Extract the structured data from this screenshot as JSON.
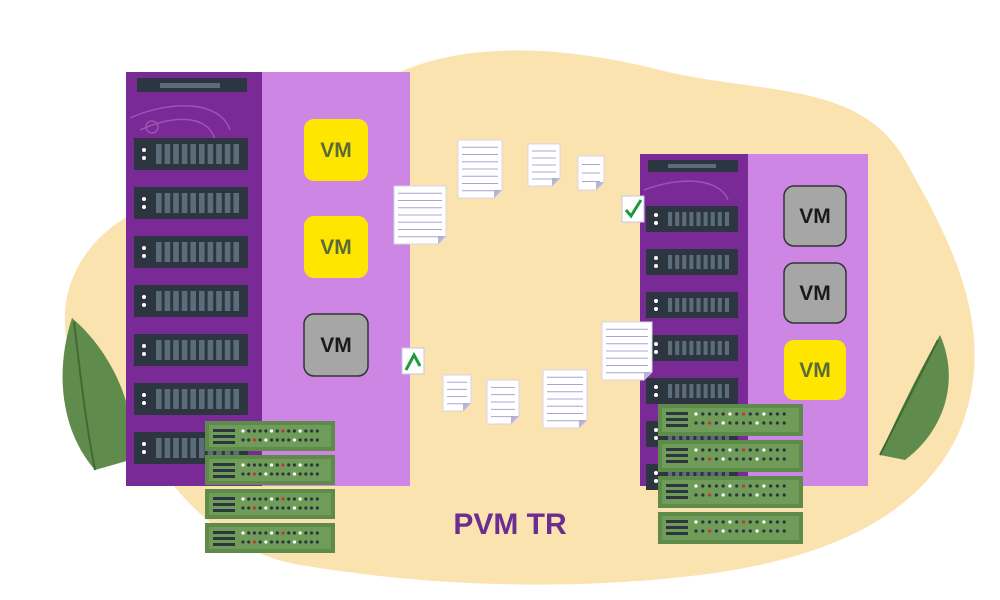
{
  "title": "PVM TR",
  "colors": {
    "background": "#ffffff",
    "blob": "#fbe3af",
    "rack_dark": "#7a2a96",
    "rack_light": "#cd86e4",
    "slot": "#2d3540",
    "slot_bar": "#5a6d78",
    "server_green": "#5e8a4a",
    "server_green_light": "#6f9c58",
    "leaf": "#5f8c4c",
    "vm_active": "#ffe600",
    "vm_inactive": "#a6a6a6",
    "vm_text_active": "#5a6a3a",
    "vm_text_inactive": "#1a1a1a",
    "caption": "#6b2d90",
    "doc_line": "#a9a4d8",
    "check": "#1f9a3a"
  },
  "left_host": {
    "vms": [
      {
        "label": "VM",
        "state": "active"
      },
      {
        "label": "VM",
        "state": "active"
      },
      {
        "label": "VM",
        "state": "inactive"
      }
    ]
  },
  "right_host": {
    "vms": [
      {
        "label": "VM",
        "state": "inactive"
      },
      {
        "label": "VM",
        "state": "inactive"
      },
      {
        "label": "VM",
        "state": "active"
      }
    ]
  },
  "icons": [
    "document-icon",
    "check-icon",
    "up-arrow-icon",
    "server-icon",
    "leaf-icon"
  ]
}
